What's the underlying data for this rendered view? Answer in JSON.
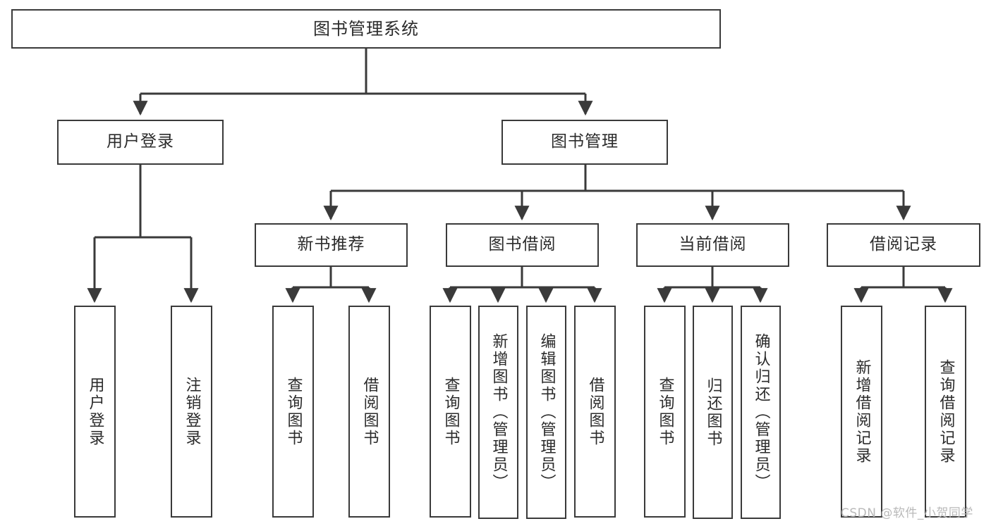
{
  "diagram": {
    "title": "图书管理系统",
    "type": "tree-hierarchy",
    "theme": {
      "background": "#ffffff",
      "box_border": "#3a3a3a",
      "box_fill": "#ffffff",
      "text": "#2b2b2b",
      "edge": "#3a3a3a",
      "watermark": "#b9b9b9"
    },
    "levels": [
      {
        "level": 1,
        "nodes": [
          {
            "id": "root",
            "label": "图书管理系统",
            "orientation": "horizontal"
          }
        ]
      },
      {
        "level": 2,
        "nodes": [
          {
            "id": "user-login",
            "label": "用户登录",
            "orientation": "horizontal",
            "parent": "root"
          },
          {
            "id": "book-manage",
            "label": "图书管理",
            "orientation": "horizontal",
            "parent": "root"
          }
        ]
      },
      {
        "level": 3,
        "nodes": [
          {
            "id": "new-book-rec",
            "label": "新书推荐",
            "orientation": "horizontal",
            "parent": "book-manage"
          },
          {
            "id": "book-borrow",
            "label": "图书借阅",
            "orientation": "horizontal",
            "parent": "book-manage"
          },
          {
            "id": "current-borrow",
            "label": "当前借阅",
            "orientation": "horizontal",
            "parent": "book-manage"
          },
          {
            "id": "borrow-record",
            "label": "借阅记录",
            "orientation": "horizontal",
            "parent": "book-manage"
          }
        ]
      },
      {
        "level": 4,
        "nodes": [
          {
            "id": "leaf-user-login",
            "label": "用户登录",
            "orientation": "vertical",
            "parent": "user-login"
          },
          {
            "id": "leaf-logout",
            "label": "注销登录",
            "orientation": "vertical",
            "parent": "user-login"
          },
          {
            "id": "leaf-query-book-1",
            "label": "查询图书",
            "orientation": "vertical",
            "parent": "new-book-rec"
          },
          {
            "id": "leaf-borrow-book-1",
            "label": "借阅图书",
            "orientation": "vertical",
            "parent": "new-book-rec"
          },
          {
            "id": "leaf-query-book-2",
            "label": "查询图书",
            "orientation": "vertical",
            "parent": "book-borrow"
          },
          {
            "id": "leaf-add-book",
            "label": "新增图书（管理员）",
            "orientation": "vertical",
            "parent": "book-borrow"
          },
          {
            "id": "leaf-edit-book",
            "label": "编辑图书（管理员）",
            "orientation": "vertical",
            "parent": "book-borrow"
          },
          {
            "id": "leaf-borrow-book-2",
            "label": "借阅图书",
            "orientation": "vertical",
            "parent": "book-borrow"
          },
          {
            "id": "leaf-query-book-3",
            "label": "查询图书",
            "orientation": "vertical",
            "parent": "current-borrow"
          },
          {
            "id": "leaf-return-book",
            "label": "归还图书",
            "orientation": "vertical",
            "parent": "current-borrow"
          },
          {
            "id": "leaf-confirm-return",
            "label": "确认归还（管理员）",
            "orientation": "vertical",
            "parent": "current-borrow"
          },
          {
            "id": "leaf-add-record",
            "label": "新增借阅记录",
            "orientation": "vertical",
            "parent": "borrow-record"
          },
          {
            "id": "leaf-query-record",
            "label": "查询借阅记录",
            "orientation": "vertical",
            "parent": "borrow-record"
          }
        ]
      }
    ],
    "watermark": "CSDN @软件_小贺同学"
  }
}
